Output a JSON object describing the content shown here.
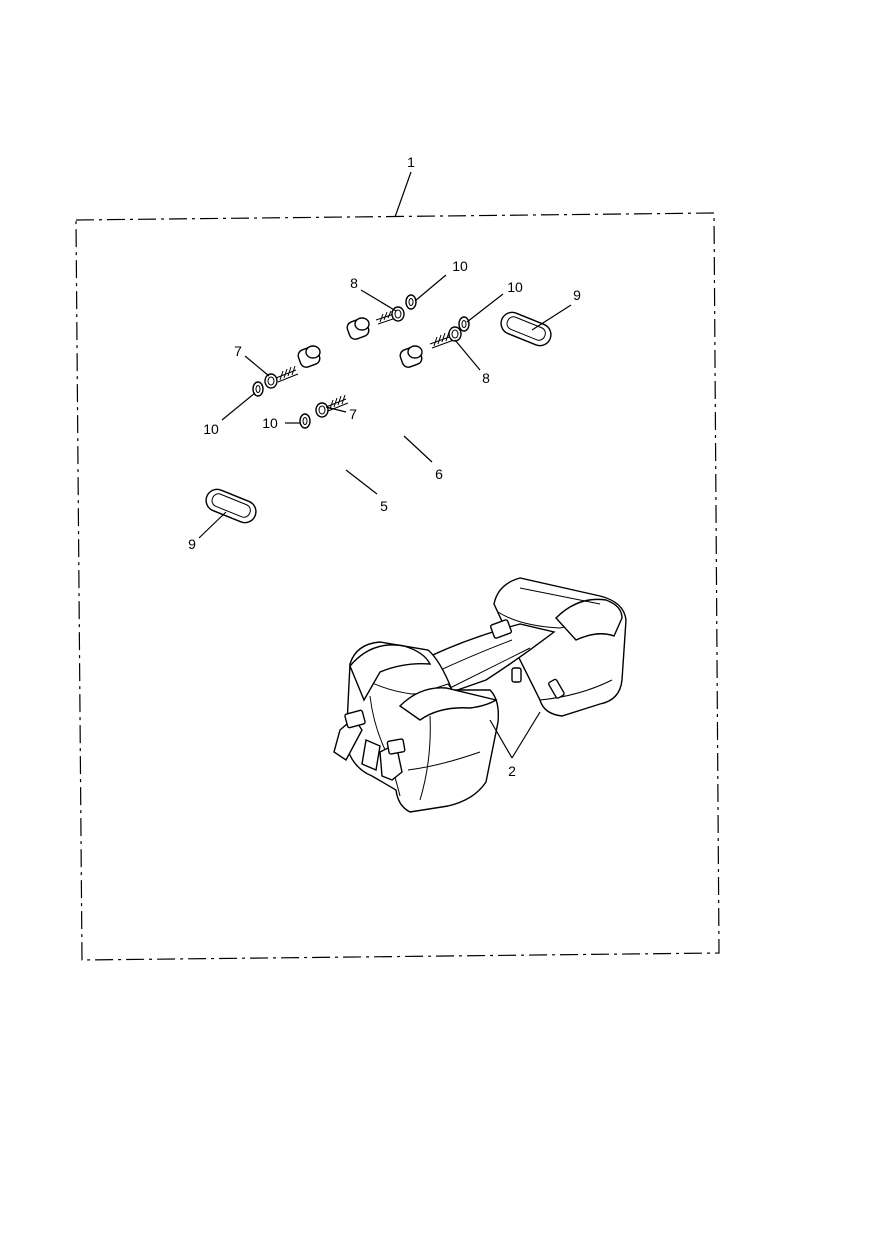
{
  "callouts": {
    "kit": "1",
    "panniers": "2",
    "rail_left": "5",
    "rail_right": "6",
    "bolt_left_upper": "7",
    "bolt_left_lower": "7",
    "bolt_right_upper": "8",
    "bolt_right_lower": "8",
    "reflector_right": "9",
    "reflector_left": "9",
    "washer_left_outer": "10",
    "washer_left_inner": "10",
    "washer_right_upper": "10",
    "washer_right_lower": "10"
  },
  "colors": {
    "line": "#000000",
    "background": "#ffffff"
  }
}
